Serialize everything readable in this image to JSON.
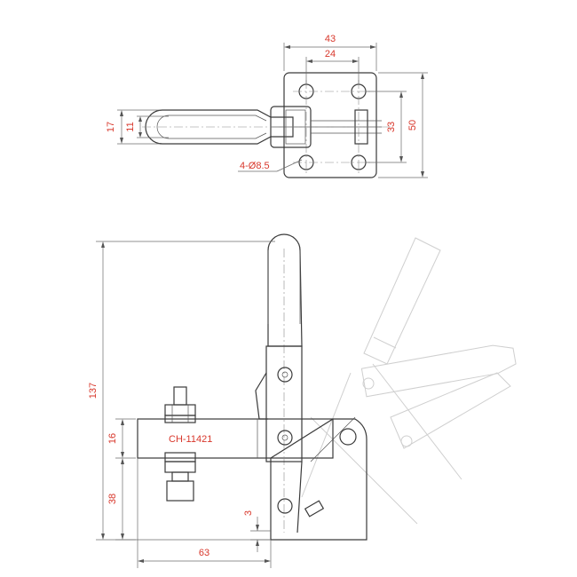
{
  "drawing": {
    "model": "CH-11421",
    "colors": {
      "dimension_text": "#d8372b",
      "lines": "#3a3a3a",
      "ghost": "#cfcfcf"
    },
    "top_view": {
      "dims": {
        "width_43": "43",
        "hole_spacing_24": "24",
        "height_50": "50",
        "hole_spacing_33": "33",
        "handle_17": "17",
        "handle_11": "11",
        "holes": "4-Ø8.5"
      }
    },
    "side_view": {
      "dims": {
        "height_137": "137",
        "arm_16": "16",
        "base_38": "38",
        "offset_3": "3",
        "length_63": "63"
      }
    }
  }
}
